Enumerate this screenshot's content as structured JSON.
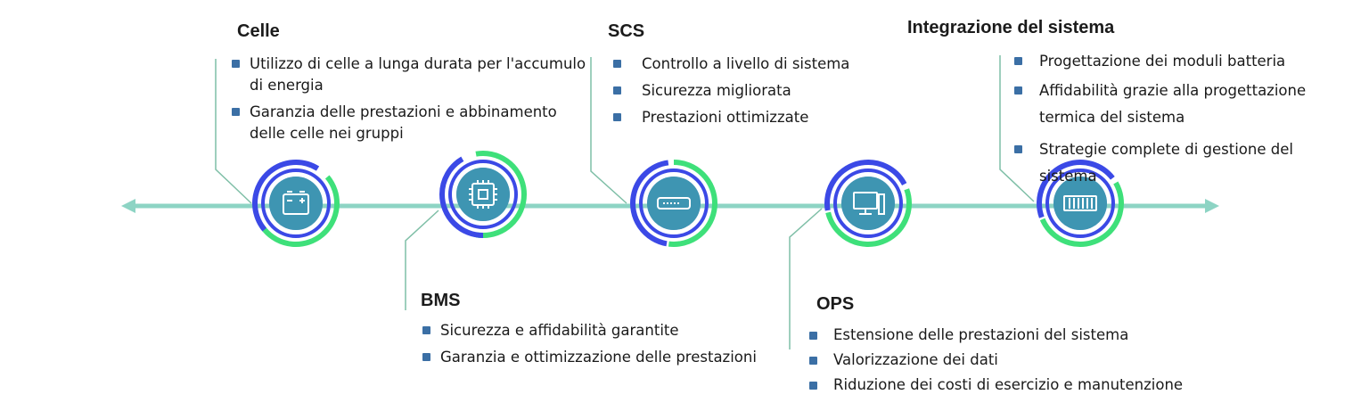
{
  "colors": {
    "timeline": "#8dd4c4",
    "ring_blue": "#3b49e6",
    "ring_green": "#3ee07a",
    "bullet": "#3b6fa5",
    "connector": "#7fbfa7"
  },
  "stages": [
    {
      "title": "Celle",
      "icon": "battery-cells-icon",
      "items": [
        "Utilizzo di celle a lunga durata per l'accumulo di energia",
        "Garanzia delle prestazioni e abbinamento delle celle nei gruppi"
      ]
    },
    {
      "title": "BMS",
      "icon": "chip-icon",
      "items": [
        "Sicurezza e affidabilità garantite",
        "Garanzia e ottimizzazione delle prestazioni"
      ]
    },
    {
      "title": "SCS",
      "icon": "controller-device-icon",
      "items": [
        "Controllo a livello di sistema",
        "Sicurezza migliorata",
        "Prestazioni ottimizzate"
      ]
    },
    {
      "title": "OPS",
      "icon": "computer-monitor-icon",
      "items": [
        "Estensione delle prestazioni del sistema",
        "Valorizzazione dei dati",
        "Riduzione dei costi di esercizio e manutenzione"
      ]
    },
    {
      "title": "Integrazione del sistema",
      "icon": "battery-module-icon",
      "items": [
        "Progettazione dei moduli batteria",
        "Affidabilità grazie alla progettazione termica del sistema",
        "Strategie complete di gestione del sistema"
      ]
    }
  ]
}
